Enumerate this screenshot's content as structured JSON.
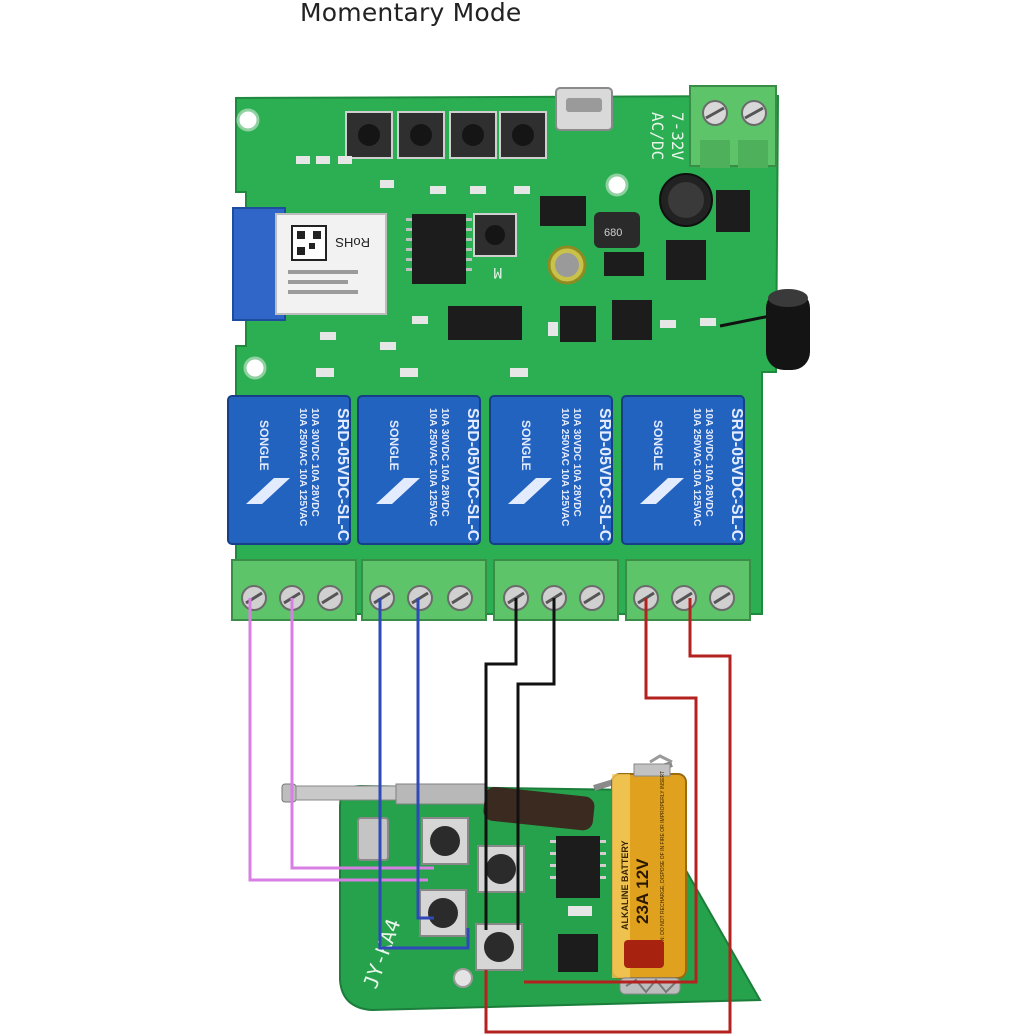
{
  "page": {
    "title": "Momentary Mode"
  },
  "relay_board": {
    "input_label_top": "7-32V",
    "input_label_bottom": "AC/DC",
    "module_label": "RoHS",
    "button_label": "M",
    "relay_model": "SRD-05VDC-SL-C",
    "relay_brand": "SONGLE",
    "relay_rating_1": "10A 250VAC 10A 125VAC",
    "relay_rating_2": "10A 30VDC 10A 28VDC",
    "inductor_label": "680"
  },
  "remote": {
    "model_label": "JY-KA4",
    "battery_type": "ALKALINE BATTERY",
    "battery_spec": "23A 12V",
    "battery_caution": "CAUTION: DO NOT RECHARGE, DISPOSE OF IN FIRE OR IMPROPERLY INSERT"
  },
  "colors": {
    "pcb_green": "#2cae52",
    "relay_blue": "#2363c0",
    "terminal_green": "#5dc46a",
    "wire_violet": "#d77fe3",
    "wire_blue": "#2f49b8",
    "wire_black": "#111111",
    "wire_red": "#b3221e",
    "battery_gold": "#e0a21e"
  }
}
